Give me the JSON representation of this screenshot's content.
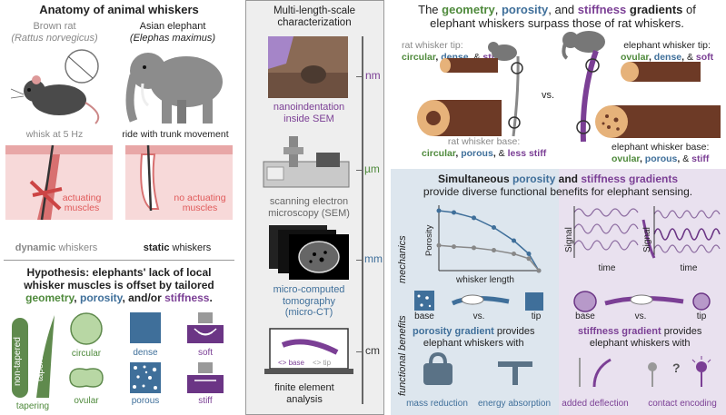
{
  "left": {
    "title": "Anatomy of animal whiskers",
    "rat": {
      "name": "Brown rat",
      "latin": "(Rattus norvegicus)",
      "caption": "whisk at 5 Hz",
      "muscle_label_1": "actuating",
      "muscle_label_2": "muscles",
      "bottom_1": "dynamic",
      "bottom_2": "whiskers"
    },
    "elephant": {
      "name": "Asian elephant",
      "latin": "(Elephas maximus)",
      "caption": "ride with trunk movement",
      "muscle_label_1": "no actuating",
      "muscle_label_2": "muscles",
      "bottom_1": "static",
      "bottom_2": "whiskers"
    },
    "hypothesis": {
      "line1": "Hypothesis: elephants' lack of local",
      "line2": "whisker muscles is offset by tailored",
      "w_geometry": "geometry",
      "w_comma": ",",
      "w_porosity": "porosity",
      "w_andor": ", and/or",
      "w_stiffness": "stiffness",
      "w_period": "."
    },
    "legend": {
      "non_tapered": "non-tapered",
      "tapered": "tapered",
      "tapering": "tapering",
      "circular": "circular",
      "ovular": "ovular",
      "dense": "dense",
      "porous": "porous",
      "soft": "soft",
      "stiff": "stiff"
    }
  },
  "middle": {
    "title_1": "Multi-length-scale",
    "title_2": "characterization",
    "items": [
      {
        "label_1": "nanoindentation",
        "label_2": "inside SEM",
        "scale": "nm"
      },
      {
        "label_1": "scanning electron",
        "label_2": "microscopy (SEM)",
        "scale": "µm"
      },
      {
        "label_1": "micro-computed",
        "label_2": "tomography",
        "label_3": "(micro-CT)",
        "scale": "mm"
      },
      {
        "label_1": "finite element",
        "label_2": "analysis",
        "scale": "cm"
      }
    ],
    "fea_tabs": [
      "<> base",
      "<> tip"
    ]
  },
  "right_top": {
    "title_1": "The",
    "w_geometry": "geometry",
    "w_comma": ",",
    "w_porosity": "porosity",
    "w_and": ", and",
    "w_stiffness": "stiffness",
    "w_gradients": "gradients",
    "w_of": "of",
    "title_2": "elephant whiskers surpass those of rat whiskers.",
    "rat_tip": {
      "heading": "rat whisker tip:",
      "w1": "circular",
      "w2": "dense",
      "w3": "stiff"
    },
    "rat_base": {
      "heading": "rat whisker base:",
      "w1": "circular",
      "w2": "porous",
      "w3": "less stiff"
    },
    "ele_tip": {
      "heading": "elephant whisker tip:",
      "w1": "ovular",
      "w2": "dense",
      "w3": "soft"
    },
    "ele_base": {
      "heading": "elephant whisker base:",
      "w1": "ovular",
      "w2": "porous",
      "w3": "stiff"
    },
    "vs": "vs.",
    "sep": ",",
    "amp": "&"
  },
  "right_bottom": {
    "title_1": "Simultaneous",
    "w_porosity": "porosity",
    "w_and": "and",
    "w_stiffness": "stiffness gradients",
    "title_2": "provide diverse functional benefits for elephant sensing.",
    "mechanics_label": "mechanics",
    "functional_label": "functional benefits",
    "chart": {
      "ylabel": "Porosity",
      "xlabel": "whisker length"
    },
    "left": {
      "base": "base",
      "vs": "vs.",
      "tip": "tip",
      "w_gradient": "porosity gradient",
      "rest_1": "provides",
      "rest_2": "elephant whiskers with",
      "benefit_1": "mass reduction",
      "benefit_2": "energy absorption"
    },
    "right": {
      "signal": "Signal",
      "time": "time",
      "base": "base",
      "vs": "vs.",
      "tip": "tip",
      "w_gradient": "stiffness gradient",
      "rest_1": "provides",
      "rest_2": "elephant whiskers with",
      "benefit_1": "added deflection",
      "benefit_2": "contact encoding",
      "question": "?"
    }
  },
  "chart_data": {
    "type": "line",
    "ylabel": "Porosity",
    "xlabel": "whisker length",
    "series": [
      {
        "x": [
          0,
          0.15,
          0.35,
          0.55,
          0.75,
          0.9,
          1.0
        ],
        "values": [
          1.0,
          0.97,
          0.88,
          0.72,
          0.5,
          0.28,
          0.0
        ]
      },
      {
        "x": [
          0,
          0.15,
          0.35,
          0.55,
          0.75,
          0.9,
          1.0
        ],
        "values": [
          0.42,
          0.4,
          0.38,
          0.34,
          0.28,
          0.2,
          0.0
        ]
      }
    ]
  },
  "colors": {
    "geometry": "#4f8a3c",
    "porosity": "#3f6f9a",
    "stiffness": "#7b3f95",
    "panel_blue": "#dde6ee",
    "panel_purple": "#e9e1ef",
    "middle_gray": "#eeeeee"
  }
}
